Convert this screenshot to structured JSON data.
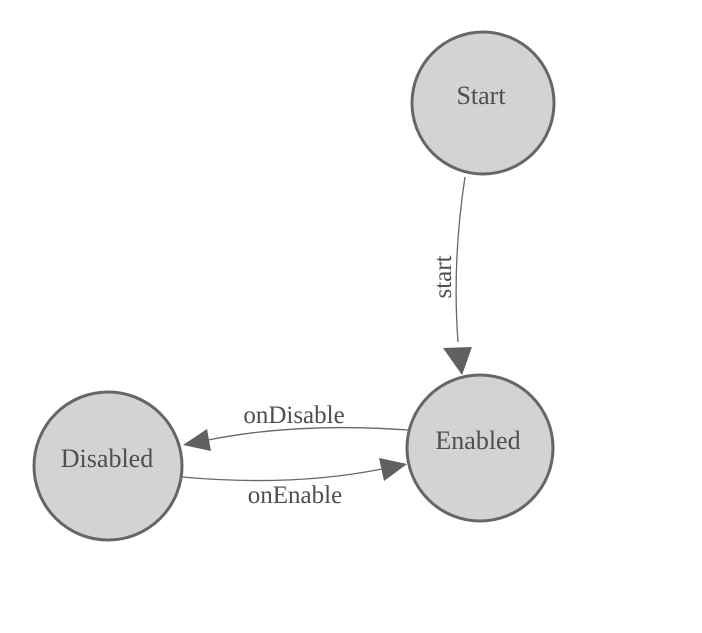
{
  "diagram": {
    "type": "state-machine",
    "background": "#ffffff",
    "colors": {
      "node_fill": "#d3d3d3",
      "node_stroke": "#666666",
      "edge_stroke": "#666666",
      "arrow_fill": "#606060",
      "label_text": "#4f4f4f"
    },
    "nodes": [
      {
        "id": "start",
        "label": "Start"
      },
      {
        "id": "enabled",
        "label": "Enabled"
      },
      {
        "id": "disabled",
        "label": "Disabled"
      }
    ],
    "edges": [
      {
        "from": "Start",
        "to": "Enabled",
        "label": "start"
      },
      {
        "from": "Enabled",
        "to": "Disabled",
        "label": "onDisable"
      },
      {
        "from": "Disabled",
        "to": "Enabled",
        "label": "onEnable"
      }
    ]
  }
}
